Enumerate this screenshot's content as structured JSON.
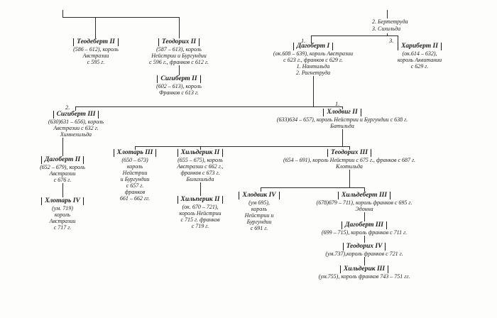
{
  "colors": {
    "text": "#1c1c1c",
    "line": "#2a2a2a",
    "background": "#fdfdfb"
  },
  "wives": {
    "lines": [
      "2. Бертетруда",
      "3. Сихильда"
    ]
  },
  "marriage_labels": {
    "dagobert_i": "1.",
    "charibert_ii": "3.",
    "sigebert_iii": "2.",
    "clovis_ii": "1."
  },
  "people": [
    {
      "name": "Теодеберт II",
      "lines": [
        "(586 – 612), король",
        "Австразии",
        "с 595 г."
      ]
    },
    {
      "name": "Теодорих II",
      "lines": [
        "(587 – 613), король",
        "Нейстрии и Бургундии",
        "с 596 г., франков с 612 г."
      ]
    },
    {
      "name": "Дагоберт I",
      "lines": [
        "(ок.608 – 639), король Австразии",
        "с 623 г., франков с 629 г.",
        "1. Нантильда",
        "2. Рагнетруда"
      ]
    },
    {
      "name": "Хариберт II",
      "lines": [
        "(ок.614 – 632),",
        "король Аквитании",
        "с 629 г."
      ]
    },
    {
      "name": "Сигиберт II",
      "lines": [
        "(602 – 613), король",
        "Франков с 613 г."
      ]
    },
    {
      "name": "Сигиберт III",
      "lines": [
        "(630)631 – 656), король",
        "Австразии с 632 г.",
        "Химнехильда"
      ]
    },
    {
      "name": "Хлодвиг II",
      "lines": [
        "(633)634 – 657), король Нейстрии и Бургундии с 638 г.",
        "Батильда"
      ]
    },
    {
      "name": "Дагоберт II",
      "lines": [
        "(652 – 679), король",
        "Австразии",
        "с 676 г."
      ]
    },
    {
      "name": "Хлотарь III",
      "lines": [
        "(650 – 673)",
        "король",
        "Нейстрии",
        "и Бургундии",
        "с 657 г.",
        "франков",
        "661 – 662 гг."
      ]
    },
    {
      "name": "Хильдерик II",
      "lines": [
        "(655 – 675), король",
        "Австразии с 662 г.,",
        "франков с 673 г.",
        "Билихильда"
      ]
    },
    {
      "name": "Теодорих III",
      "lines": [
        "(654 – 691), король Нейстрии с 675 г., франков с 687 г.",
        "Клотильда"
      ]
    },
    {
      "name": "Хлотарь IV",
      "lines": [
        "(ум. 719)",
        "король",
        "Австразии",
        "с 717 г."
      ]
    },
    {
      "name": "Хильперик II",
      "lines": [
        "(ок. 670 – 721),",
        "король Нейстрии",
        "с 715 г. франков",
        "с 719 г."
      ]
    },
    {
      "name": "Хлодвик IV",
      "lines": [
        "(ум 695),",
        "король",
        "Нейстрии и",
        "Бургундии",
        "с 691 г."
      ]
    },
    {
      "name": "Хильдеберт III",
      "lines": [
        "(678)679 – 711), король франков с 695 г.",
        "Эдонна"
      ]
    },
    {
      "name": "Дагоберт III",
      "lines": [
        "(699 – 715), король франков с 711 г."
      ]
    },
    {
      "name": "Теодорих IV",
      "lines": [
        "(ум.737),король франков с 721 г."
      ]
    },
    {
      "name": "Хильдерик III",
      "lines": [
        "(ум.755), король франков 743 – 751 гг."
      ]
    }
  ]
}
